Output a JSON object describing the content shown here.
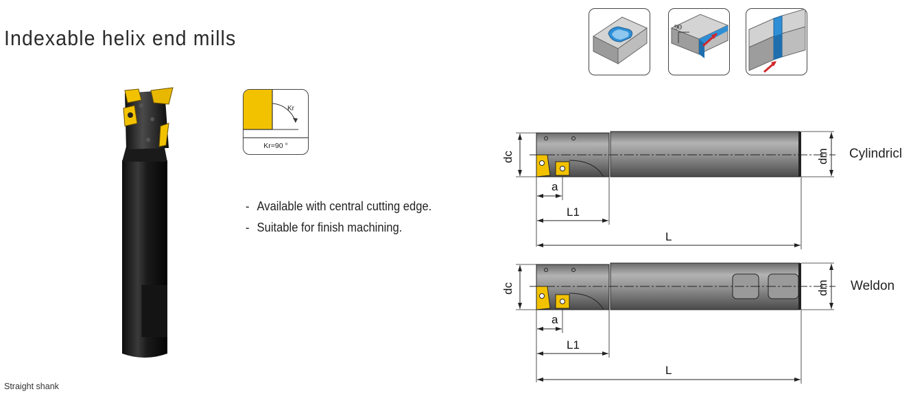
{
  "page_title": "Indexable helix end mills",
  "caption": "Straight shank",
  "kr_label": "Kr",
  "kr_value": "Kr=90 °",
  "op_angle_label": "90",
  "features": [
    "Available with central cutting edge.",
    "Suitable for finish machining."
  ],
  "shank_types": [
    "Cylindricl",
    "Weldon"
  ],
  "dimension_labels": {
    "dc": "dc",
    "dm": "dm",
    "a": "a",
    "l1": "L1",
    "l": "L"
  },
  "icons": [
    "pocket-milling-icon",
    "shoulder-milling-90-icon",
    "slot-milling-icon"
  ],
  "colors": {
    "insert_yellow": "#f2c200",
    "tool_body_black": "#1d1d1d",
    "shank_gray": "#8a8a8a",
    "accent_blue": "#2f8fd6",
    "arrow_red": "#d0282a"
  }
}
